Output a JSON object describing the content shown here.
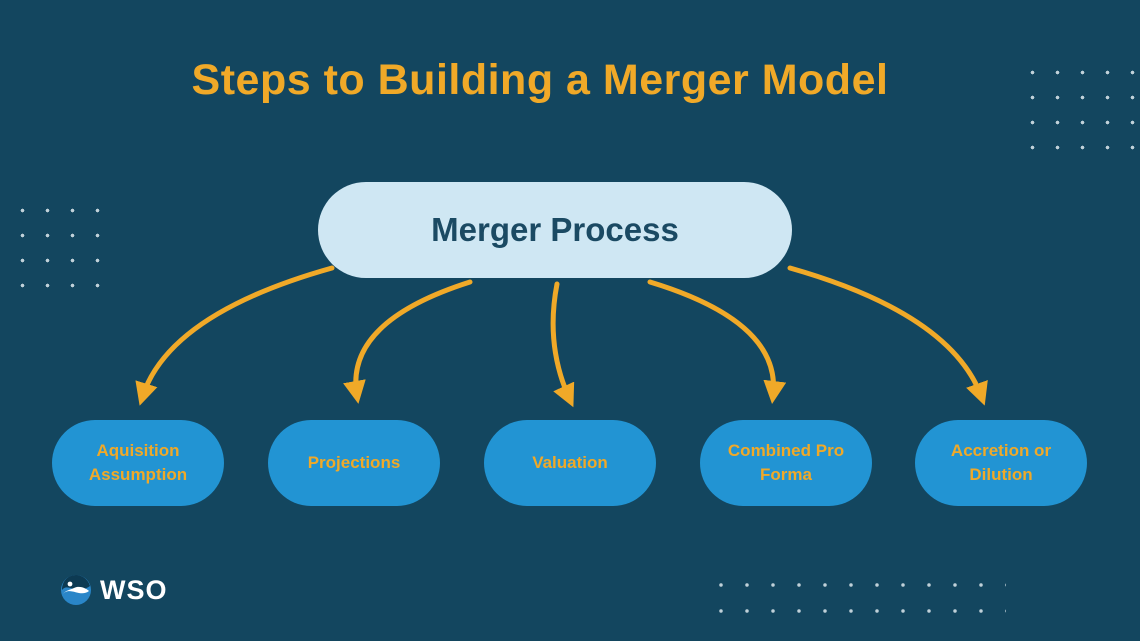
{
  "title": "Steps to Building a Merger Model",
  "root_node": {
    "label": "Merger Process"
  },
  "steps": [
    {
      "label": "Aquisition Assumption"
    },
    {
      "label": "Projections"
    },
    {
      "label": "Valuation"
    },
    {
      "label": "Combined Pro Forma"
    },
    {
      "label": "Accretion or Dilution"
    }
  ],
  "logo": {
    "text": "WSO"
  },
  "colors": {
    "background": "#13465f",
    "accent_gold": "#f0a928",
    "root_pill_bg": "#cfe7f3",
    "root_pill_text": "#1b4a63",
    "step_node_bg": "#2294d3",
    "step_node_text": "#f0a928",
    "dots": "#dfe9ee",
    "logo_text": "#ffffff"
  }
}
